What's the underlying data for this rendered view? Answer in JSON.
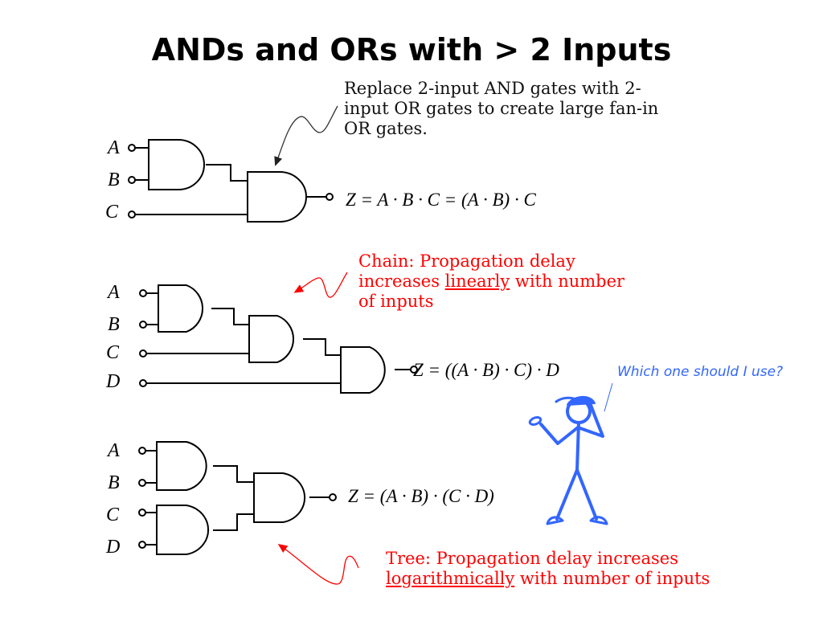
{
  "slide": {
    "title": "ANDs and ORs with > 2 Inputs",
    "top_note": {
      "lines": [
        "Replace 2-input AND gates with 2-",
        "input OR gates to create large fan-in",
        "OR gates."
      ]
    },
    "chain_note": {
      "line1": "Chain: Propagation delay",
      "line2_pre": "increases ",
      "line2_emph": "linearly",
      "line2_post": " with number",
      "line3": "of inputs"
    },
    "tree_note": {
      "line1": "Tree: Propagation delay increases",
      "line2_emph": "logarithmically",
      "line2_post": " with number of inputs"
    },
    "speech": "Which one should I use?",
    "colors": {
      "annotation": "#ff0000",
      "stick_figure": "#3366ff",
      "text": "#000000"
    }
  },
  "circuits": {
    "three_input": {
      "inputs": [
        "A",
        "B",
        "C"
      ],
      "equation": "Z = A · B · C = (A · B) · C"
    },
    "chain": {
      "inputs": [
        "A",
        "B",
        "C",
        "D"
      ],
      "equation": "Z = ((A · B) · C) · D"
    },
    "tree": {
      "inputs": [
        "A",
        "B",
        "C",
        "D"
      ],
      "equation": "Z = (A · B) · (C · D)"
    }
  }
}
